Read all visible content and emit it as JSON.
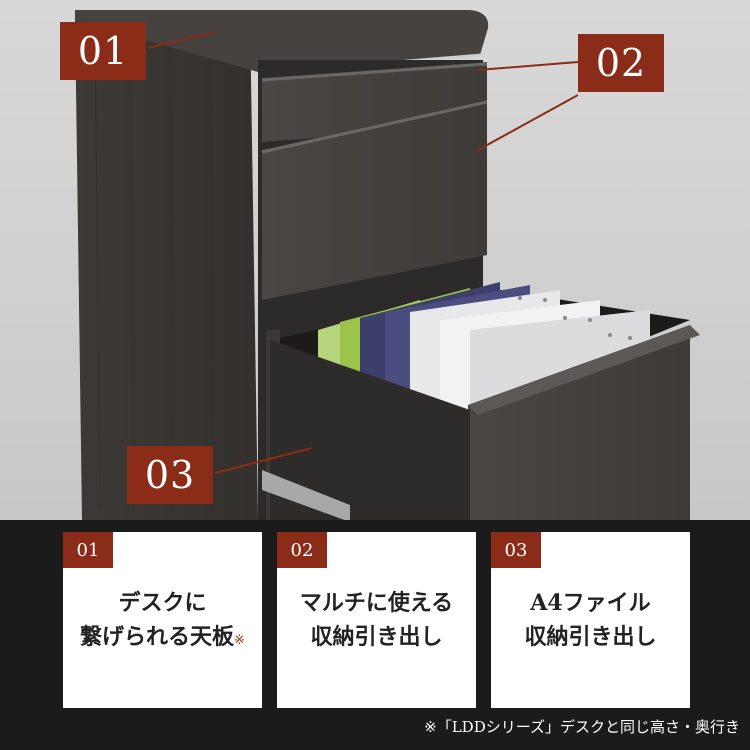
{
  "photo": {
    "tags": [
      {
        "id": "tag-01",
        "label": "01"
      },
      {
        "id": "tag-02",
        "label": "02"
      },
      {
        "id": "tag-03",
        "label": "03"
      }
    ]
  },
  "features": [
    {
      "number": "01",
      "line1": "デスクに",
      "line2": "繋げられる天板",
      "mark": "※"
    },
    {
      "number": "02",
      "line1": "マルチに使える",
      "line2": "収納引き出し"
    },
    {
      "number": "03",
      "line1": "A4ファイル",
      "line2": "収納引き出し"
    }
  ],
  "footnote": "※「LDDシリーズ」デスクと同じ高さ・奥行き",
  "colors": {
    "accent": "#8a2c17",
    "background": "#1b1b1b",
    "card": "#ffffff",
    "wood": "#3f3c3a",
    "background_photo": "#d4d4d4"
  }
}
